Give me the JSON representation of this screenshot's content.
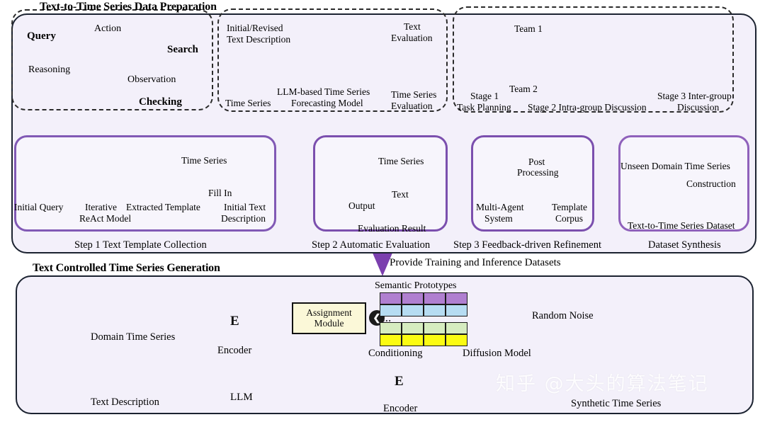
{
  "figure": {
    "watermark": "知乎 @大头的算法笔记",
    "sections": {
      "top_title": "Text-to-Time Series Data Preparation",
      "bottom_title": "Text Controlled Time Series Generation",
      "bridge_label": "Provide Training and Inference Datasets"
    }
  },
  "panel_query": {
    "query": "Query",
    "action": "Action",
    "search": "Search",
    "reasoning": "Reasoning",
    "observation": "Observation",
    "checking": "Checking"
  },
  "panel_llm": {
    "text_description": "Initial/Revised\nText Description",
    "text_description_l1": "Initial/Revised",
    "text_description_l2": "Text Description",
    "time_series": "Time Series",
    "model_l1": "LLM-based Time Series",
    "model_l2": "Forecasting Model",
    "text_eval_l1": "Text",
    "text_eval_l2": "Evaluation",
    "ts_eval_l1": "Time Series",
    "ts_eval_l2": "Evaluation"
  },
  "panel_team": {
    "team1": "Team 1",
    "team2": "Team 2",
    "stage1_l1": "Stage 1",
    "stage1_l2": "Task Planning",
    "stage2": "Stage 2 Intra-group Discussion",
    "stage3_l1": "Stage 3 Inter-group",
    "stage3_l2": "Discussion"
  },
  "step1": {
    "label": "Step 1 Text Template Collection",
    "initial_query": "Initial Query",
    "iterative_l1": "Iterative",
    "iterative_l2": "ReAct Model",
    "extracted_template": "Extracted Template",
    "time_series": "Time Series",
    "fill_in": "Fill In",
    "initial_text_l1": "Initial Text",
    "initial_text_l2": "Description"
  },
  "step2": {
    "label": "Step 2 Automatic Evaluation",
    "time_series": "Time Series",
    "text": "Text",
    "output": "Output",
    "evaluation_result": "Evaluation Result"
  },
  "step3": {
    "label": "Step 3 Feedback-driven Refinement",
    "post_l1": "Post",
    "post_l2": "Processing",
    "multi_agent_l1": "Multi-Agent",
    "multi_agent_l2": "System",
    "template_l1": "Template",
    "template_l2": "Corpus"
  },
  "step4": {
    "label": "Dataset Synthesis",
    "unseen": "Unseen Domain Time Series",
    "construction": "Construction",
    "dataset": "Text-to-Time Series Dataset"
  },
  "generation": {
    "domain_time_series": "Domain Time Series",
    "encoder_top": "Encoder",
    "encoder_letter_top": "E",
    "text_description": "Text Description",
    "llm": "LLM",
    "assignment_l1": "Assignment",
    "assignment_l2": "Module",
    "semantic_prototypes": "Semantic Prototypes",
    "prototype_ellipsis": "...",
    "conditioning": "Conditioning",
    "encoder_bottom": "Encoder",
    "encoder_letter_bottom": "E",
    "random_noise": "Random Noise",
    "diffusion_model": "Diffusion Model",
    "synthetic": "Synthetic Time Series",
    "chevron": "❮"
  },
  "colors": {
    "panel_bg": "#f3f0fa",
    "step_border": "#7e57b8",
    "assignment_bg": "#fbf8d8",
    "proto_purple": "#b07fd0",
    "proto_blue": "#b6dcf2",
    "proto_green": "#d6ecc0",
    "proto_yellow": "#fbfb12",
    "diffusion_green": "#d8ecc8",
    "encoder_blue": "#e2e6f4",
    "synthetic_orange": "#c8681c",
    "arrow_purple": "#7b52b0",
    "dashed_blue": "#6e9ccb"
  }
}
